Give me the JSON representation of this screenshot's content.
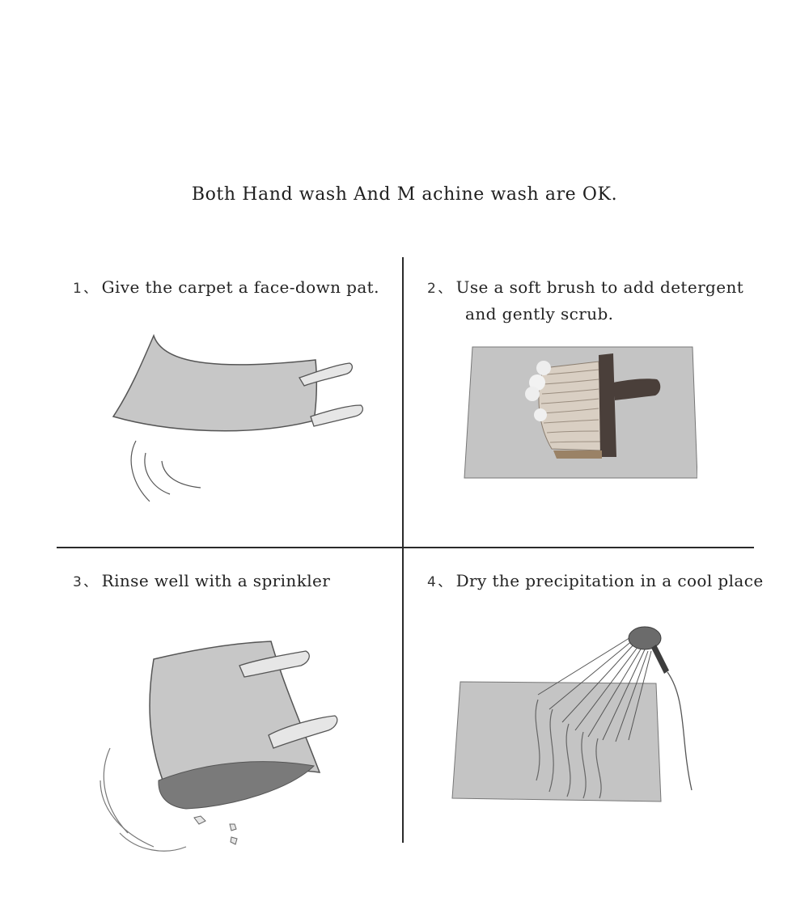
{
  "title": "Both Hand wash And M achine wash are OK.",
  "steps": [
    {
      "num": "1",
      "sep": "、",
      "text": "Give the carpet a face-down pat.",
      "icon": "carpet-pat-icon"
    },
    {
      "num": "2",
      "sep": "、",
      "text": "Use a soft brush to add detergent",
      "text2": "and gently scrub.",
      "icon": "brush-scrub-icon"
    },
    {
      "num": "3",
      "sep": "、",
      "text": "Rinse well with a sprinkler",
      "icon": "carpet-rinse-icon"
    },
    {
      "num": "4",
      "sep": "、",
      "text": "Dry the precipitation in a cool place",
      "icon": "shower-dry-icon"
    }
  ],
  "colors": {
    "carpet": "#c7c7c7",
    "carpet_dark": "#7a7a7a",
    "outline": "#555555",
    "brush_handle": "#4a3f3a",
    "brush_bristle": "#d9cfc3",
    "divider": "#2a2a2a"
  }
}
